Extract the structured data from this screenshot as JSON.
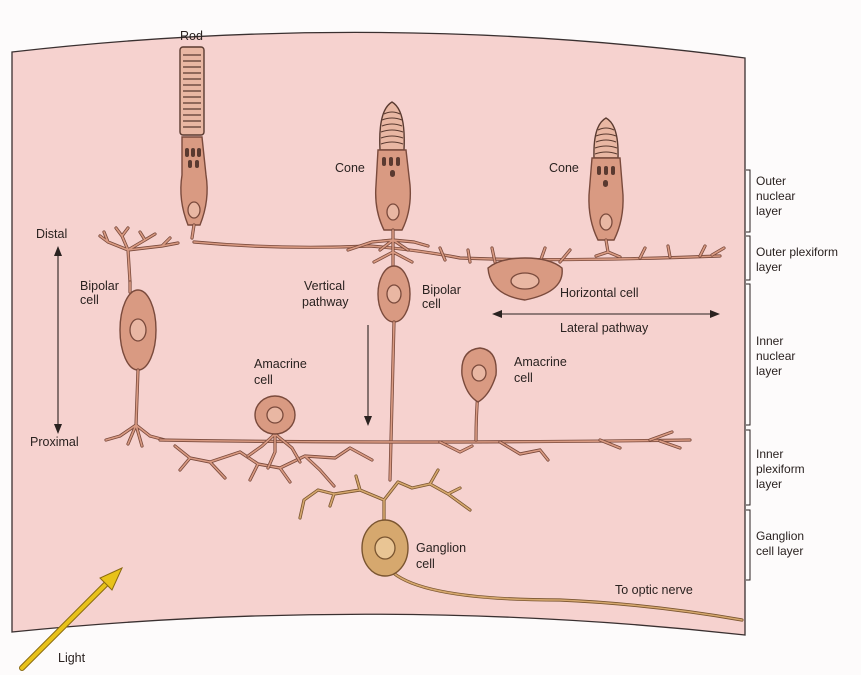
{
  "labels": {
    "rod": "Rod",
    "cone_left": "Cone",
    "cone_right": "Cone",
    "distal": "Distal",
    "proximal": "Proximal",
    "bipolar_left_1": "Bipolar",
    "bipolar_left_2": "cell",
    "vertical_1": "Vertical",
    "vertical_2": "pathway",
    "bipolar_mid_1": "Bipolar",
    "bipolar_mid_2": "cell",
    "horizontal_cell": "Horizontal cell",
    "lateral_pathway": "Lateral pathway",
    "amacrine_left_1": "Amacrine",
    "amacrine_left_2": "cell",
    "amacrine_right_1": "Amacrine",
    "amacrine_right_2": "cell",
    "ganglion_1": "Ganglion",
    "ganglion_2": "cell",
    "optic_nerve": "To optic nerve",
    "light": "Light"
  },
  "layers": [
    {
      "lines": [
        "Outer",
        "nuclear",
        "layer"
      ]
    },
    {
      "lines": [
        "Outer plexiform",
        "layer"
      ]
    },
    {
      "lines": [
        "Inner",
        "nuclear",
        "layer"
      ]
    },
    {
      "lines": [
        "Inner",
        "plexiform",
        "layer"
      ]
    },
    {
      "lines": [
        "Ganglion",
        "cell layer"
      ]
    }
  ],
  "colors": {
    "tissue": "#f6d2cf",
    "cell": "#d99a82",
    "ganglion": "#d6a86e",
    "light_arrow": "#e8c21a"
  }
}
